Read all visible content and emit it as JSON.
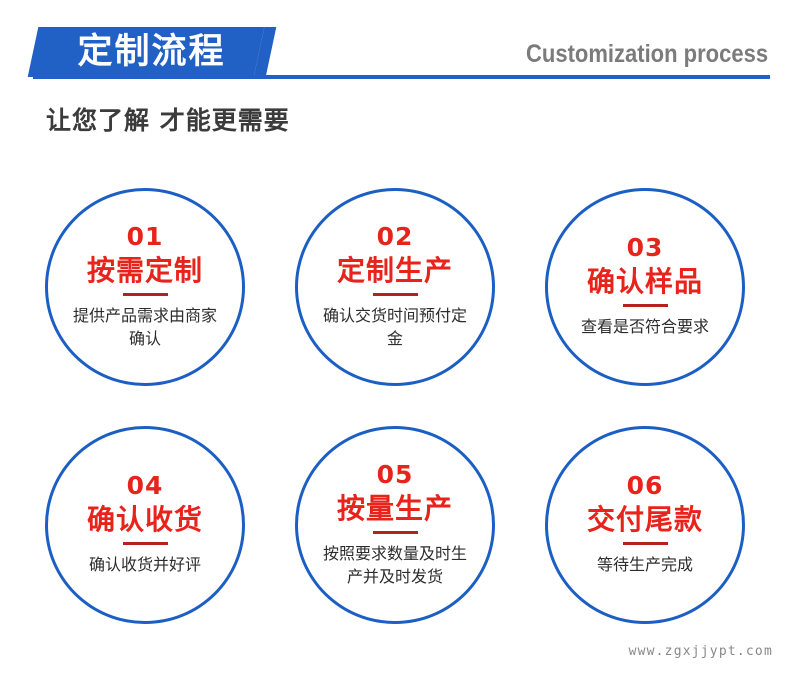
{
  "header": {
    "banner_title": "定制流程",
    "english_title": "Customization process",
    "subtitle": "让您了解 才能更需要",
    "accent_blue": "#2160c4",
    "accent_red": "#e8231b",
    "divider_red": "#b5211d",
    "english_gray": "#7b7b7b"
  },
  "steps": [
    {
      "number": "01",
      "title": "按需定制",
      "description": "提供产品需求由商家确认"
    },
    {
      "number": "02",
      "title": "定制生产",
      "description": "确认交货时间预付定金"
    },
    {
      "number": "03",
      "title": "确认样品",
      "description": "查看是否符合要求"
    },
    {
      "number": "04",
      "title": "确认收货",
      "description": "确认收货并好评"
    },
    {
      "number": "05",
      "title": "按量生产",
      "description": "按照要求数量及时生产并及时发货"
    },
    {
      "number": "06",
      "title": "交付尾款",
      "description": "等待生产完成"
    }
  ],
  "watermark": "www.zgxjjypt.com"
}
